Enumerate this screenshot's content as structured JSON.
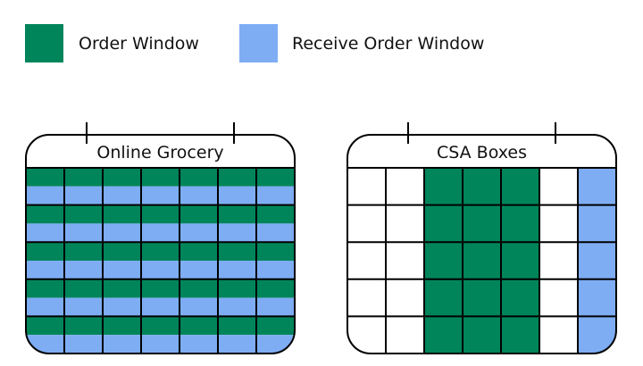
{
  "legend": {
    "order_window": {
      "label": "Order Window",
      "color": "#00855a"
    },
    "receive_window": {
      "label": "Receive Order Window",
      "color": "#7eadf4"
    }
  },
  "calendars": [
    {
      "id": "online-grocery",
      "title": "Online Grocery",
      "columns": 7,
      "rows": 5,
      "cell_pattern": "each-cell-split-top-order-bottom-receive"
    },
    {
      "id": "csa-boxes",
      "title": "CSA Boxes",
      "columns": 7,
      "rows": 5,
      "column_fill": [
        "empty",
        "empty",
        "order",
        "order",
        "order",
        "empty",
        "receive"
      ]
    }
  ],
  "colors": {
    "outline": "#000000",
    "empty_cell": "#ffffff"
  }
}
